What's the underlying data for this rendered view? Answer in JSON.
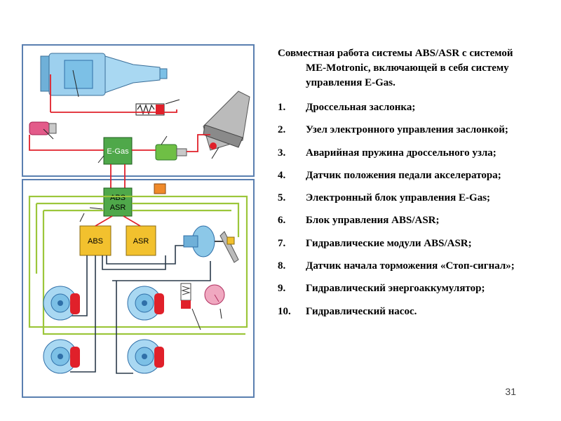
{
  "title": {
    "first": "Совместная работа системы ABS/ASR с системой",
    "rest": "ME-Motronic, включающей в себя систему управления E-Gas."
  },
  "items": [
    {
      "num": "1.",
      "text": "Дроссельная заслонка;"
    },
    {
      "num": "2.",
      "text": "Узел электронного управления заслонкой;"
    },
    {
      "num": "3.",
      "text": "Аварийная пружина дроссельного узла;"
    },
    {
      "num": "4.",
      "text": "Датчик положения педали акселератора;"
    },
    {
      "num": "5.",
      "text": "Электронный блок управления E-Gas;"
    },
    {
      "num": "6.",
      "text": "Блок управления ABS/ASR;"
    },
    {
      "num": "7.",
      "text": "Гидравлические модули ABS/ASR;"
    },
    {
      "num": "8.",
      "text": "Датчик начала торможения «Стоп-сигнал»;"
    },
    {
      "num": "9.",
      "text": "Гидравлический энергоаккумулятор;"
    },
    {
      "num": "10.",
      "text": "Гидравлический насос."
    }
  ],
  "diagram": {
    "egas_label": "E-Gas",
    "absasr_line1": "ABS",
    "absasr_line2": "ASR",
    "abs_label": "ABS",
    "asr_label": "ASR",
    "colors": {
      "signal_red": "#e0202a",
      "hydraulic_green": "#9cc63b",
      "hydraulic_blue": "#2f6fa8",
      "ecu_green": "#4fa84a",
      "module_yellow": "#f2c12e",
      "engine_blue": "#8cc8e8",
      "frame_blue": "#5a7fb0"
    }
  },
  "slide_number": "31"
}
